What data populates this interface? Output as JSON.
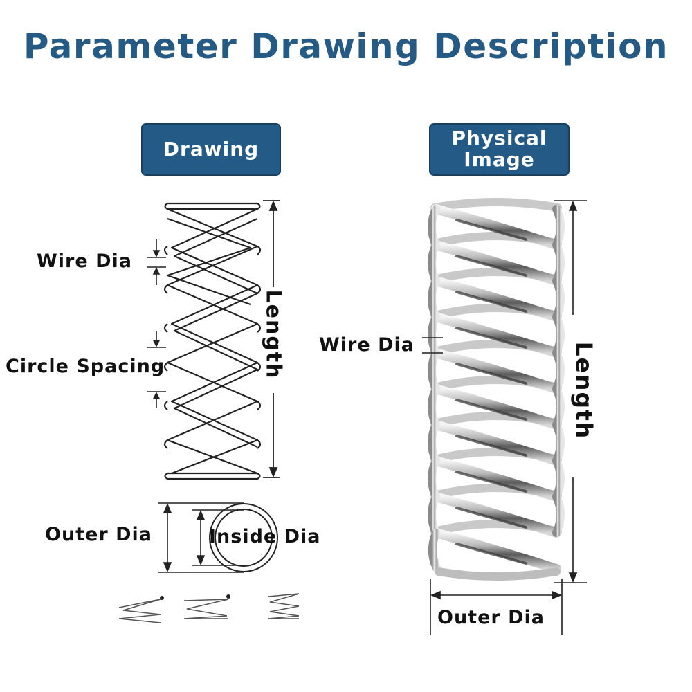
{
  "title": "Parameter Drawing Description",
  "tabs": {
    "drawing": "Drawing",
    "physical_line1": "Physical",
    "physical_line2": "Image"
  },
  "drawing_labels": {
    "wire_dia": "Wire Dia",
    "circle_spacing": "Circle Spacing",
    "length": "Length",
    "outer_dia": "Outer Dia",
    "inside_dia": "Inside Dia"
  },
  "photo_labels": {
    "wire_dia": "Wire Dia",
    "length": "Length",
    "outer_dia": "Outer Dia"
  },
  "colors": {
    "title": "#255a85",
    "tab_bg": "#235a86",
    "tab_text": "#ffffff"
  }
}
